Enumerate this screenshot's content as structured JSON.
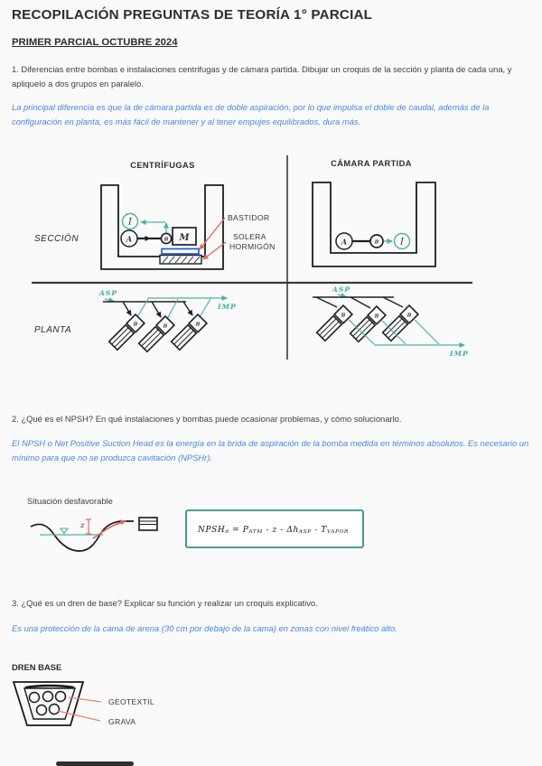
{
  "header": {
    "title": "RECOPILACIÓN PREGUNTAS DE TEORÍA 1° PARCIAL",
    "subtitle": "PRIMER PARCIAL OCTUBRE 2024"
  },
  "q1": {
    "question": "1. Diferencias entre bombas e instalaciones centrifugas y de cámara partida. Dibujar un croquis de la sección y planta de cada una, y apliquelo a dos grupos en paralelo.",
    "answer": "La principal diferencia es que la de cámara partida es de doble aspiración, por lo que impulsa el doble de caudal, además de la configuración en planta, es más fácil de mantener y al tener empujes equilibrados, dura más."
  },
  "diagram": {
    "left_title": "CENTRÍFUGAS",
    "right_title": "CÁMARA PARTIDA",
    "section_label": "SECCIÓN",
    "planta_label": "PLANTA",
    "bastidor": "BASTIDOR",
    "solera_line1": "SOLERA",
    "solera_line2": "HORMIGÓN",
    "asp": "ASP",
    "imp": "IMP",
    "letter_a": "A",
    "letter_b": "B",
    "letter_m": "M",
    "letter_i": "I"
  },
  "q2": {
    "question": "2. ¿Qué es el NPSH? En qué instalaciones y bombas puede ocasionar problemas, y cómo solucionarlo.",
    "answer": "El NPSH o Net Positive Suction Head es la energía en la brida de aspiración de la bomba medida en términos absolutos. Es necesario un mínimo para que no se produzca cavitación (NPSHr)."
  },
  "npsh": {
    "caption": "Situación desfavorable",
    "z_label": "z",
    "formula": {
      "p1": "NPSH",
      "s1": "d",
      "p2": " = P",
      "s2": "ATM",
      "p3": " - z - Δh",
      "s3": "ASP",
      "p4": " - T",
      "s4": "VAPOR"
    }
  },
  "q3": {
    "question": "3. ¿Qué es un dren de base? Explicar su función y realizar un croquis explicativo.",
    "answer": "Es una protección de la cama de arena (30 cm por debajo de la cama) en zonas con nivel freático alto."
  },
  "dren": {
    "title": "DREN BASE",
    "geotextil": "GEOTEXTIL",
    "grava": "GRAVA"
  },
  "colors": {
    "answer_blue": "#4787ec",
    "teal": "#4db3a2",
    "leader_red": "#e8695a",
    "bastidor_blue": "#1d50e8"
  }
}
